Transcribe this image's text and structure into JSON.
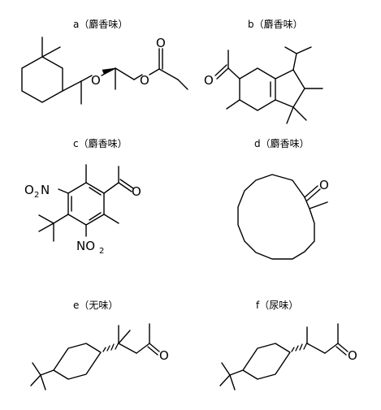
{
  "figure": {
    "panels": [
      {
        "id": "a",
        "label": "a",
        "odor": "麝香味"
      },
      {
        "id": "b",
        "label": "b",
        "odor": "麝香味"
      },
      {
        "id": "c",
        "label": "c",
        "odor": "麝香味"
      },
      {
        "id": "d",
        "label": "d",
        "odor": "麝香味"
      },
      {
        "id": "e",
        "label": "e",
        "odor": "无味"
      },
      {
        "id": "f",
        "label": "f",
        "odor": "尿味"
      }
    ],
    "atoms": {
      "oxygen": "O",
      "nitro_N": "N",
      "nitro_O2_left": "O",
      "nitro_O2_sub": "2",
      "nitro_bottom_N": "NO",
      "nitro_bottom_sub": "2"
    }
  }
}
